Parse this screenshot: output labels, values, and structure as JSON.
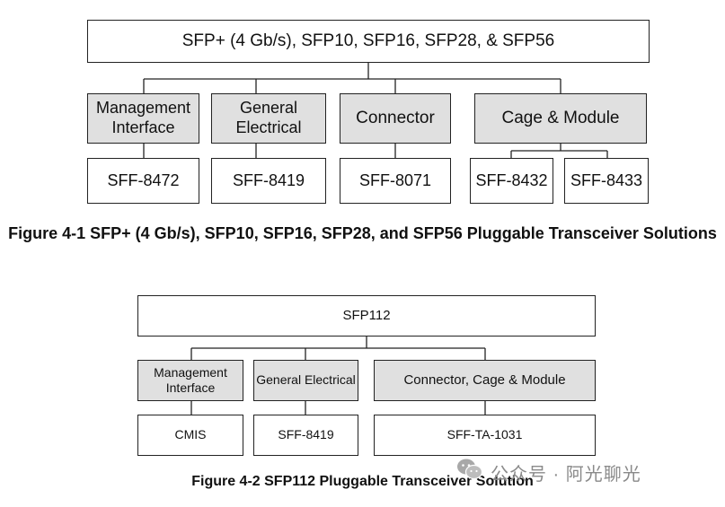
{
  "figure1": {
    "root": "SFP+ (4 Gb/s), SFP10, SFP16, SFP28, & SFP56",
    "categories": [
      {
        "label": "Management\nInterface"
      },
      {
        "label": "General\nElectrical"
      },
      {
        "label": "Connector"
      },
      {
        "label": "Cage & Module"
      }
    ],
    "specs": [
      "SFF-8472",
      "SFF-8419",
      "SFF-8071",
      "SFF-8432",
      "SFF-8433"
    ],
    "caption": "Figure 4-1 SFP+ (4 Gb/s), SFP10, SFP16, SFP28, and SFP56 Pluggable Transceiver Solutions"
  },
  "figure2": {
    "root": "SFP112",
    "categories": [
      {
        "label": "Management\nInterface"
      },
      {
        "label": "General Electrical"
      },
      {
        "label": "Connector, Cage & Module"
      }
    ],
    "specs": [
      "CMIS",
      "SFF-8419",
      "SFF-TA-1031"
    ],
    "caption": "Figure 4-2 SFP112 Pluggable Transceiver Solution"
  },
  "watermark": {
    "text": "公众号 · 阿光聊光",
    "icon": "wechat-logo-icon"
  },
  "colors": {
    "category_fill": "#e0e0e0",
    "border": "#222222",
    "connector": "#222222"
  }
}
